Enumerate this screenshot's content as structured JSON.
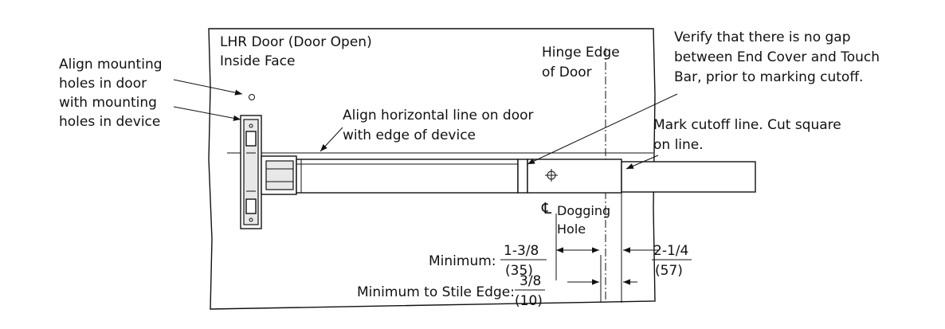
{
  "labels": {
    "door_title": "LHR Door (Door Open)",
    "door_face": "Inside Face",
    "hinge_1": "Hinge Edge",
    "hinge_2": "of Door",
    "verify_1": "Verify that there is no gap",
    "verify_2": "between End Cover and Touch",
    "verify_3": "Bar, prior to marking cutoff.",
    "align_holes_1": "Align mounting",
    "align_holes_2": "holes in door",
    "align_holes_3": "with mounting",
    "align_holes_4": "holes in device",
    "align_line_1": "Align horizontal line on door",
    "align_line_2": "with edge of device",
    "cutoff_1": "Mark cutoff line. Cut square",
    "cutoff_2": "on line.",
    "centerline_symbol": "℄",
    "dogging_1": "Dogging",
    "dogging_2": "Hole",
    "minimum_label": "Minimum:",
    "minimum_num": "1-3/8",
    "minimum_den": "(35)",
    "stile_label": "Minimum to Stile Edge:",
    "stile_num": "3/8",
    "stile_den": "(10)",
    "cut_num": "2-1/4",
    "cut_den": "(57)"
  }
}
